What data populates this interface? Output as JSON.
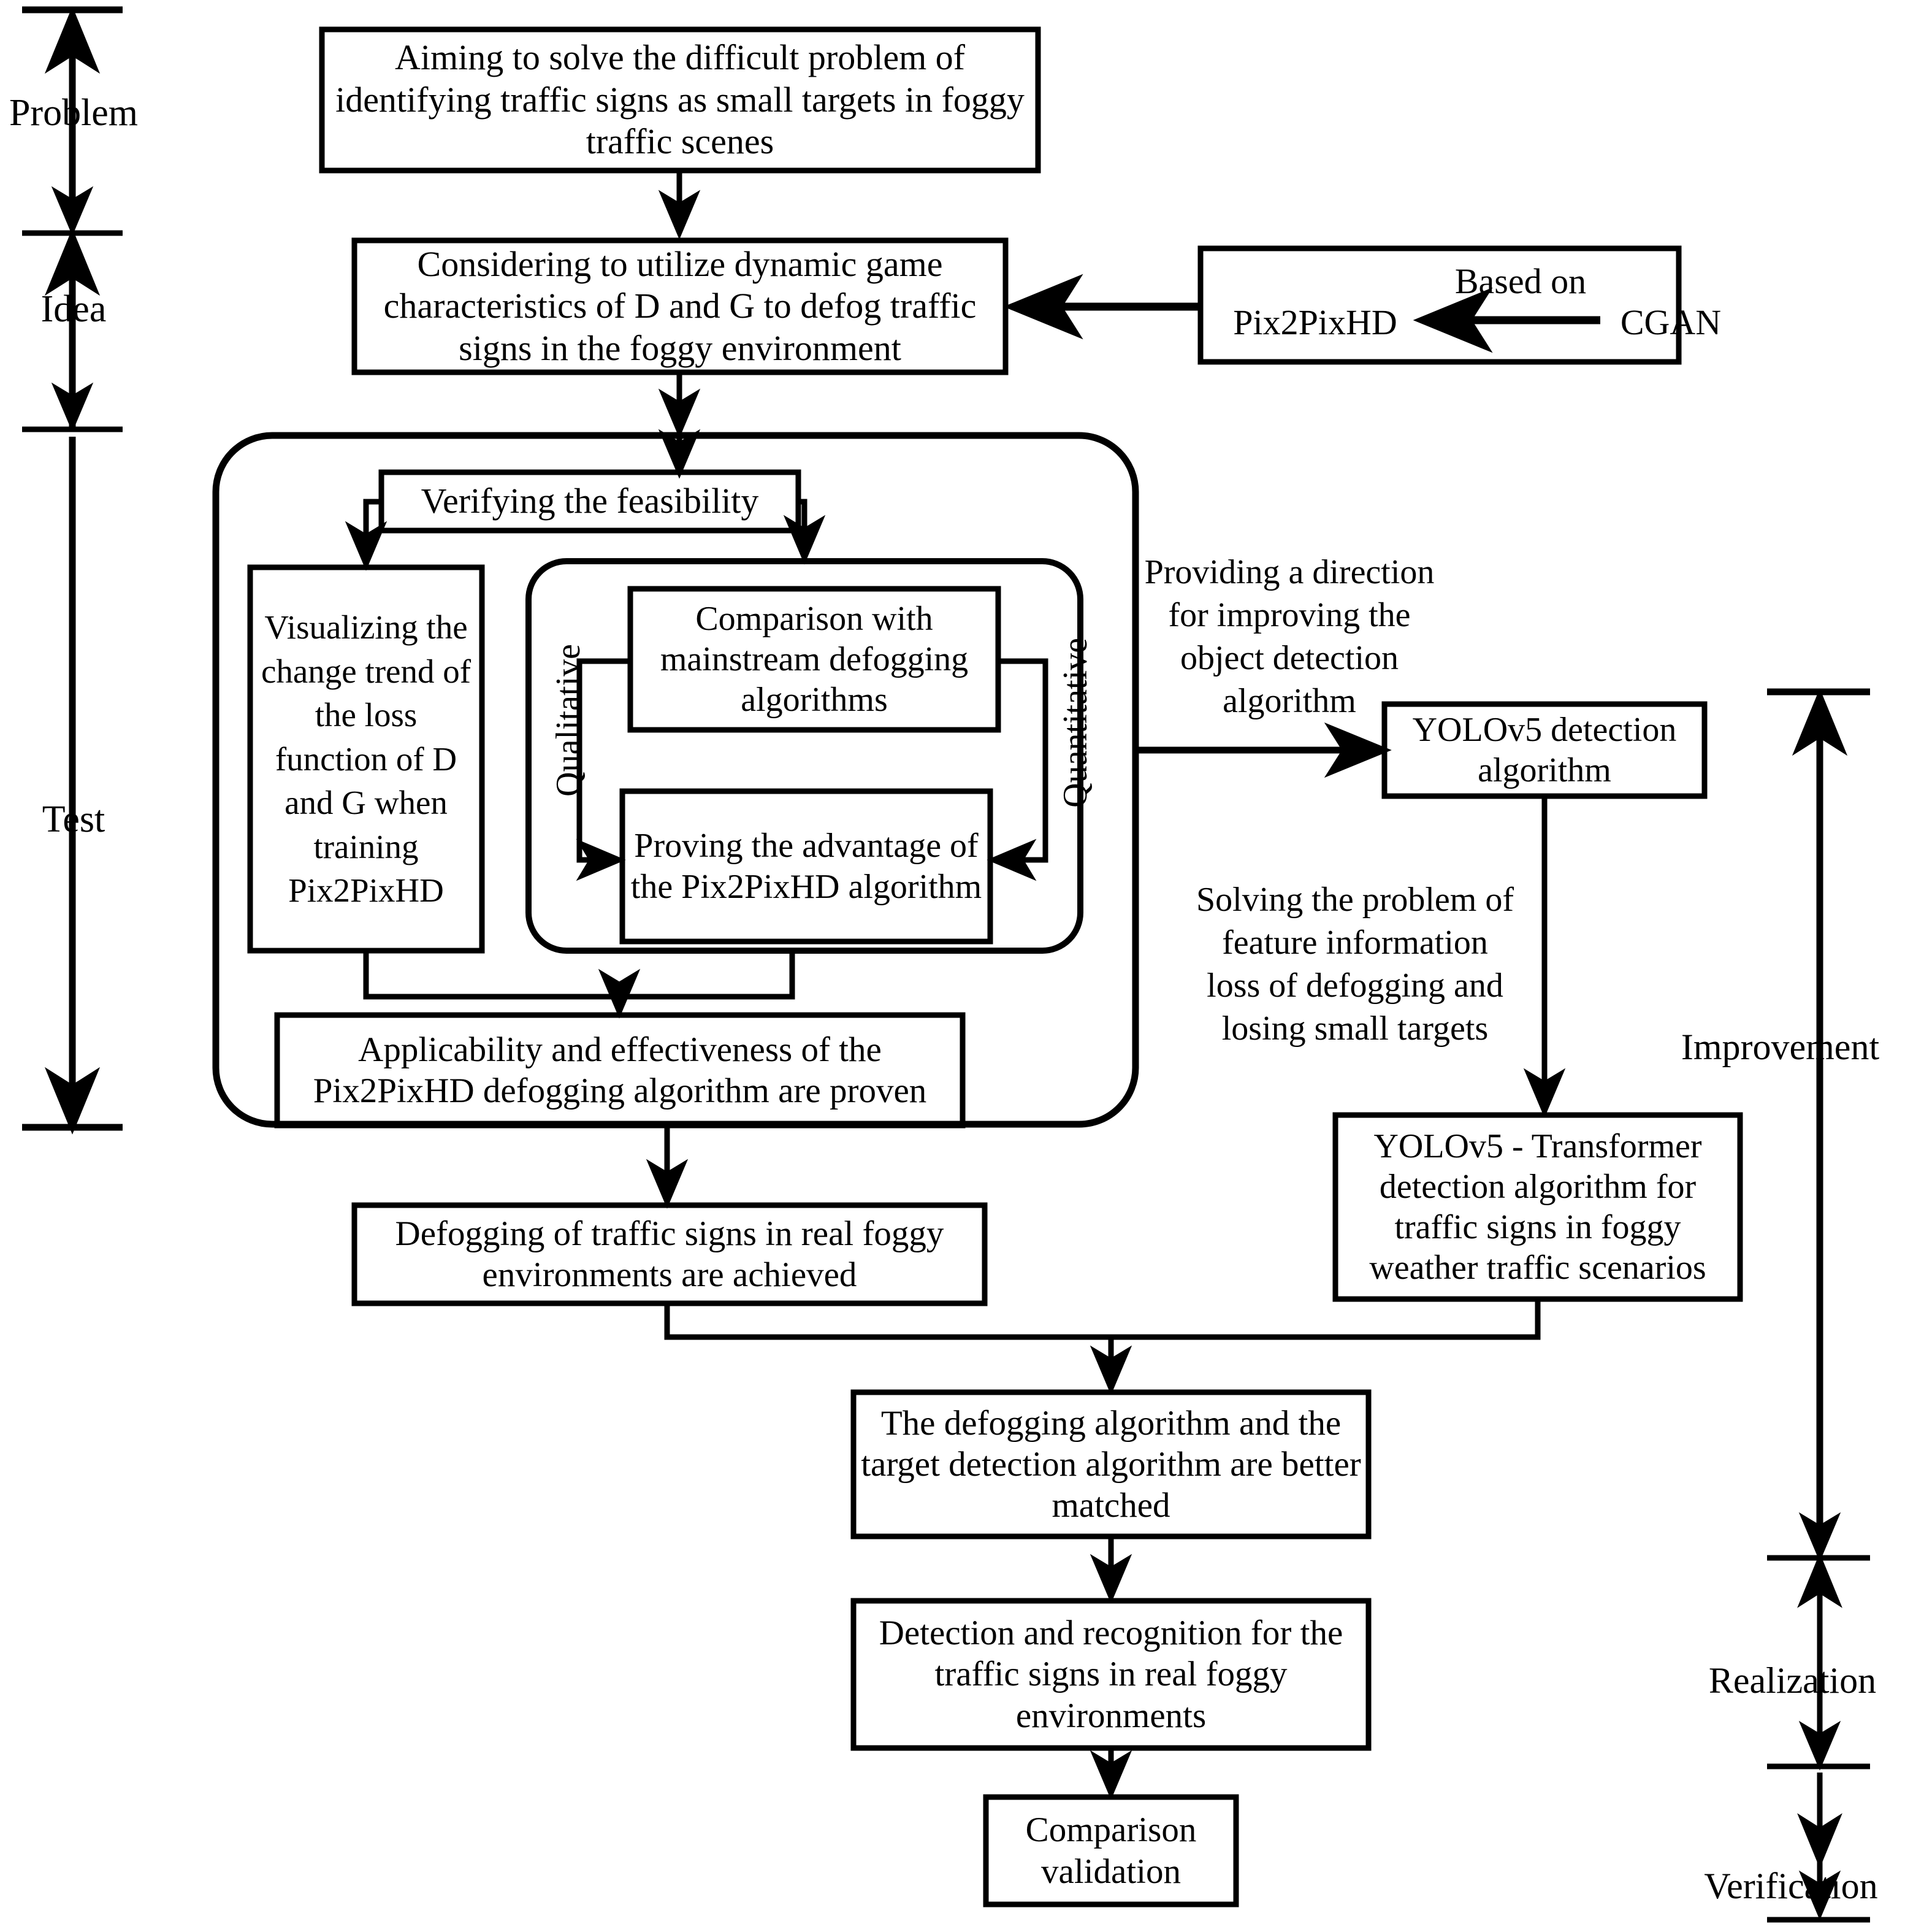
{
  "diagram": {
    "title": "Research flow of defogging and traffic sign detection in foggy scenes",
    "stroke_color": "#000000",
    "background_color": "#ffffff"
  },
  "left_axis": {
    "name": "research-stage-axis",
    "stages": [
      {
        "id": "problem",
        "label": "Problem"
      },
      {
        "id": "idea",
        "label": "Idea"
      },
      {
        "id": "test",
        "label": "Test"
      }
    ]
  },
  "right_axis": {
    "name": "outcome-stage-axis",
    "stages": [
      {
        "id": "improvement",
        "label": "Improvement"
      },
      {
        "id": "realization",
        "label": "Realization"
      },
      {
        "id": "verification",
        "label": "Verification"
      }
    ]
  },
  "nodes": {
    "problem_box": "Aiming to solve the difficult problem of identifying traffic signs as small targets in foggy traffic scenes",
    "idea_box": "Considering to utilize dynamic game characteristics of D and G to defog traffic signs in the foggy environment",
    "basis_box": {
      "caption": "Based on",
      "left_term": "Pix2PixHD",
      "right_term": "CGAN"
    },
    "verifying_box": "Verifying the feasibility",
    "visualizing_box": "Visualizing the change trend of the loss function of D and G when training Pix2PixHD",
    "comparison_box": "Comparison with mainstream defogging algorithms",
    "proving_box": "Proving the advantage of the Pix2PixHD algorithm",
    "qualitative_label": "Qualitative",
    "quantitative_label": "Quantitative",
    "applicability_box": "Applicability and effectiveness of the Pix2PixHD defogging algorithm are proven",
    "defogging_box": "Defogging of traffic signs in real foggy environments are achieved",
    "yolov5_box": "YOLOv5 detection algorithm",
    "yolov5_transformer_box": "YOLOv5 - Transformer detection algorithm for traffic signs in foggy weather traffic scenarios",
    "matched_box": "The defogging algorithm and the target detection algorithm are better matched",
    "recognition_box": "Detection and recognition for the traffic signs in real foggy environments",
    "validation_box": "Comparison validation"
  },
  "edge_labels": {
    "providing_direction": "Providing a direction for improving the object detection algorithm",
    "solving_problem": "Solving the problem of feature information loss of defogging and losing small targets"
  }
}
